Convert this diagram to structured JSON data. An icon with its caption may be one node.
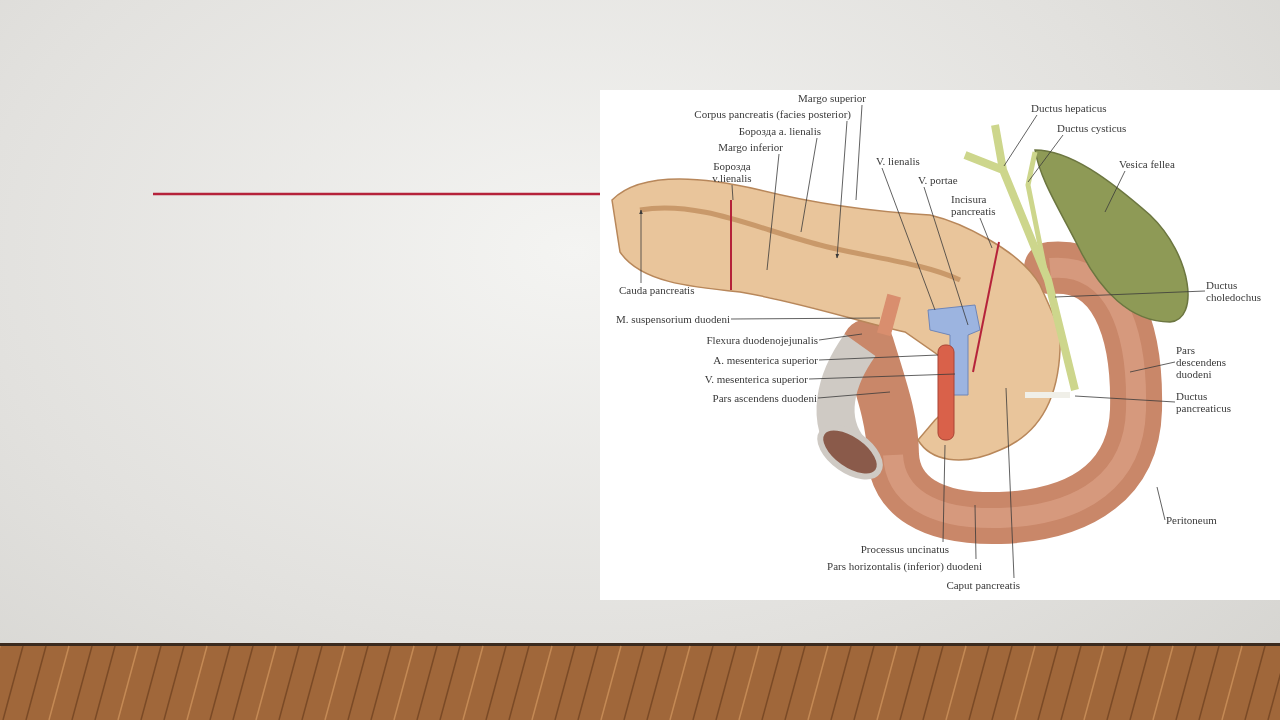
{
  "diagram": {
    "nodes": [
      {
        "text": [
          "Margo superior"
        ]
      },
      {
        "text": [
          "Corpus pancreatis (facies posterior)"
        ]
      },
      {
        "text": [
          "Борозда a. lienalis"
        ]
      },
      {
        "text": [
          "Margo inferior"
        ]
      },
      {
        "text": [
          "Борозда v.lienalis"
        ]
      },
      {
        "text": [
          "Cauda pancreatis"
        ]
      },
      {
        "text": [
          "M. suspensorium duodeni"
        ]
      },
      {
        "text": [
          "Flexura duodenojejunalis"
        ]
      },
      {
        "text": [
          "A. mesenterica superior"
        ]
      },
      {
        "text": [
          "V. mesenterica superior"
        ]
      },
      {
        "text": [
          "Pars ascendens duodeni"
        ]
      },
      {
        "text": [
          "V. lienalis"
        ]
      },
      {
        "text": [
          "V. portae"
        ]
      },
      {
        "text": [
          "Incisura pancreatis"
        ]
      },
      {
        "text": [
          "Ductus hepaticus"
        ]
      },
      {
        "text": [
          "Ductus cysticus"
        ]
      },
      {
        "text": [
          "Vesica fellea"
        ]
      },
      {
        "text": [
          "Ductus choledochus"
        ]
      },
      {
        "text": [
          "Pars descendens duodeni"
        ]
      },
      {
        "text": [
          "Ductus pancreaticus"
        ]
      },
      {
        "text": [
          "Peritoneum"
        ]
      },
      {
        "text": [
          "Processus uncinatus"
        ]
      },
      {
        "text": [
          "Pars horizontalis (inferior) duodeni"
        ]
      },
      {
        "text": [
          "Caput pancreatis"
        ]
      }
    ],
    "edges": [
      {
        "from": 0,
        "to": null,
        "arrow": "none"
      },
      {
        "from": 1,
        "to": null,
        "arrow": "to"
      },
      {
        "from": 2,
        "to": null,
        "arrow": "none"
      },
      {
        "from": 3,
        "to": null,
        "arrow": "none"
      },
      {
        "from": 4,
        "to": null,
        "arrow": "none"
      },
      {
        "from": 5,
        "to": null,
        "arrow": "to"
      },
      {
        "from": 6,
        "to": null,
        "arrow": "none"
      },
      {
        "from": 7,
        "to": null,
        "arrow": "none"
      },
      {
        "from": 8,
        "to": null,
        "arrow": "none"
      },
      {
        "from": 9,
        "to": null,
        "arrow": "none"
      },
      {
        "from": 10,
        "to": null,
        "arrow": "none"
      },
      {
        "from": 11,
        "to": null,
        "arrow": "none"
      },
      {
        "from": 12,
        "to": null,
        "arrow": "none"
      },
      {
        "from": 13,
        "to": null,
        "arrow": "none"
      },
      {
        "from": 14,
        "to": null,
        "arrow": "none"
      },
      {
        "from": 15,
        "to": null,
        "arrow": "none"
      },
      {
        "from": 16,
        "to": null,
        "arrow": "none"
      },
      {
        "from": 17,
        "to": null,
        "arrow": "none"
      },
      {
        "from": 18,
        "to": null,
        "arrow": "none"
      },
      {
        "from": 19,
        "to": null,
        "arrow": "none"
      },
      {
        "from": 20,
        "to": null,
        "arrow": "none"
      },
      {
        "from": 21,
        "to": null,
        "arrow": "none"
      },
      {
        "from": 22,
        "to": null,
        "arrow": "none"
      },
      {
        "from": 23,
        "to": null,
        "arrow": "none"
      }
    ]
  }
}
